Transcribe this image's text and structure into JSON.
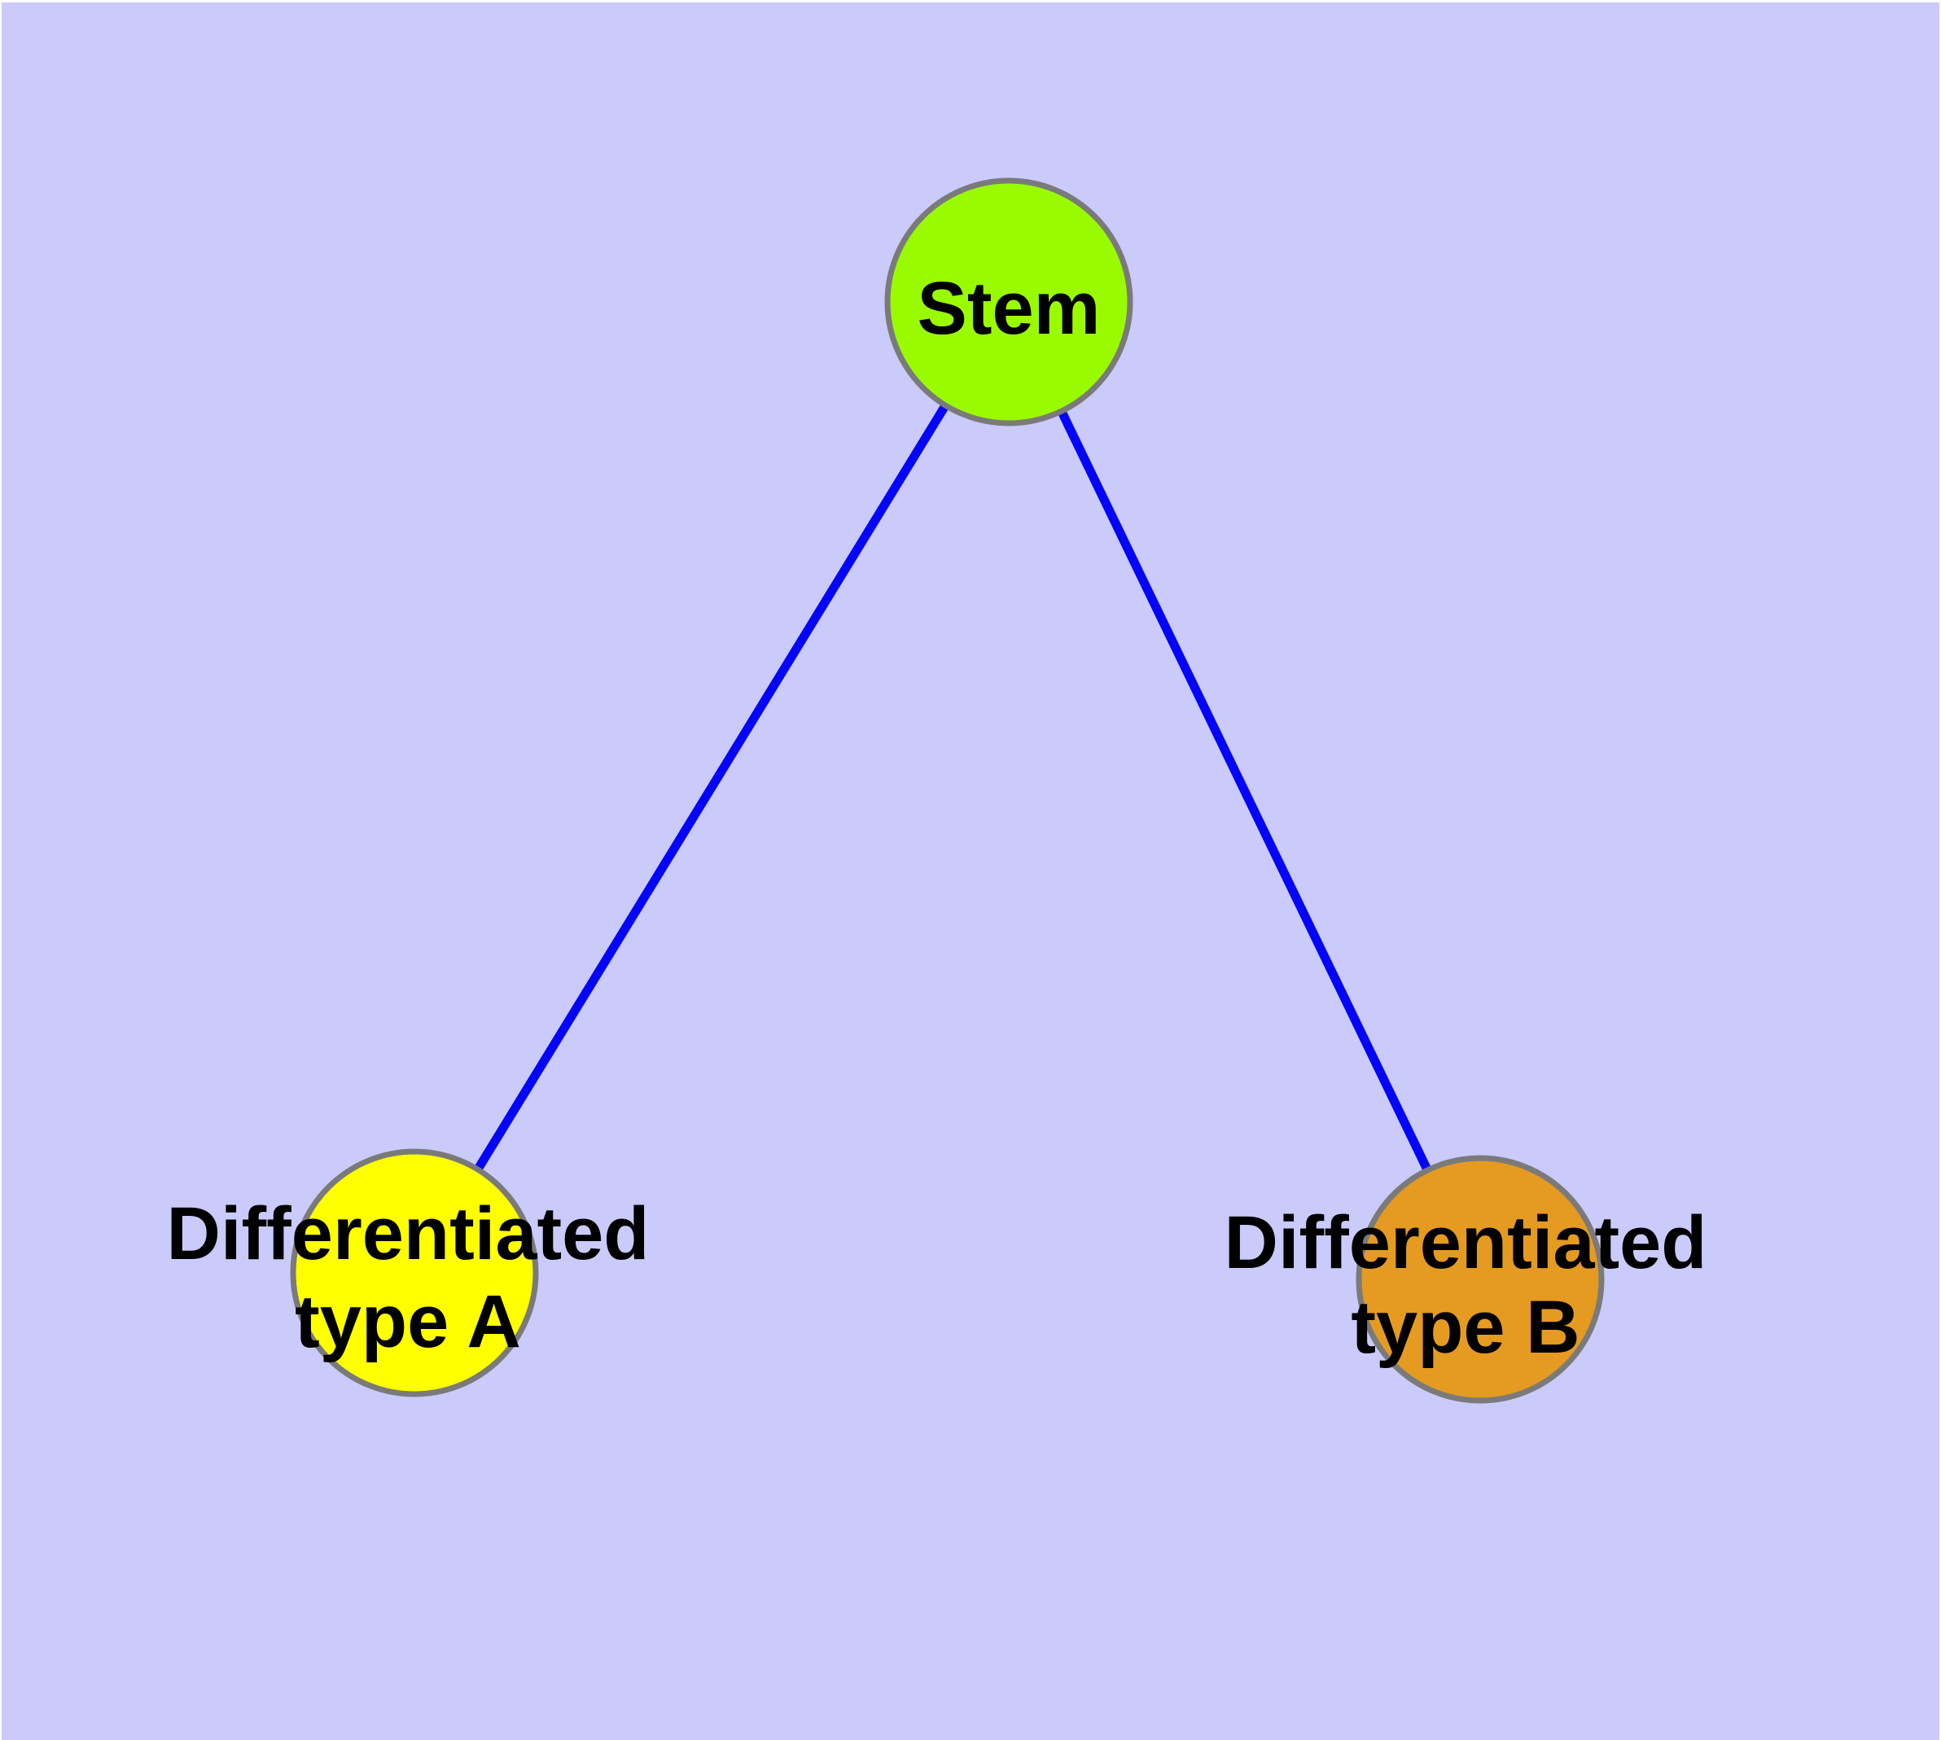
{
  "graph": {
    "background_color": "#CACAFB",
    "frame_color": "#FFFFFF",
    "edge_color": "#0404F8",
    "edge_width": 11,
    "node_border_color": "#7A7A7A",
    "label_color": "#000000",
    "nodes": [
      {
        "id": "stem",
        "label": "Stem",
        "label_lines": [
          "Stem"
        ],
        "fill_color": "#9AFB00"
      },
      {
        "id": "differentiated-type-a",
        "label": "Differentiated type A",
        "label_lines": [
          "Differentiated",
          "type A"
        ],
        "fill_color": "#FFFF00"
      },
      {
        "id": "differentiated-type-b",
        "label": "Differentiated type B",
        "label_lines": [
          "Differentiated",
          "type B"
        ],
        "fill_color": "#E59A21"
      }
    ],
    "edges": [
      {
        "from": "Stem",
        "to": "Differentiated type A"
      },
      {
        "from": "Stem",
        "to": "Differentiated type B"
      }
    ]
  }
}
